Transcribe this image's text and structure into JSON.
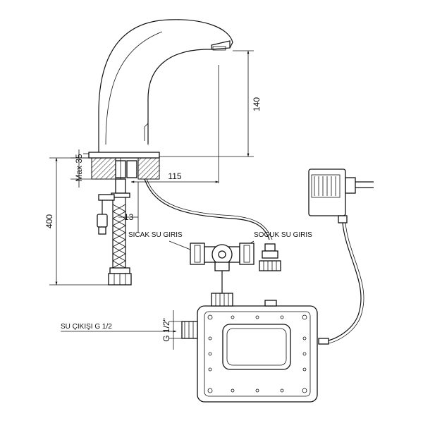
{
  "dimensions": {
    "height_spout": "140",
    "max_deck": "Max 35",
    "reach": "115",
    "total_height": "400",
    "inner": "13",
    "thread": "G 1/2\""
  },
  "labels": {
    "hot_inlet": "SICAK SU GIRIS",
    "cold_inlet": "SOGUK SU GIRIS",
    "water_outlet": "SU ÇIKIŞI G 1/2"
  }
}
